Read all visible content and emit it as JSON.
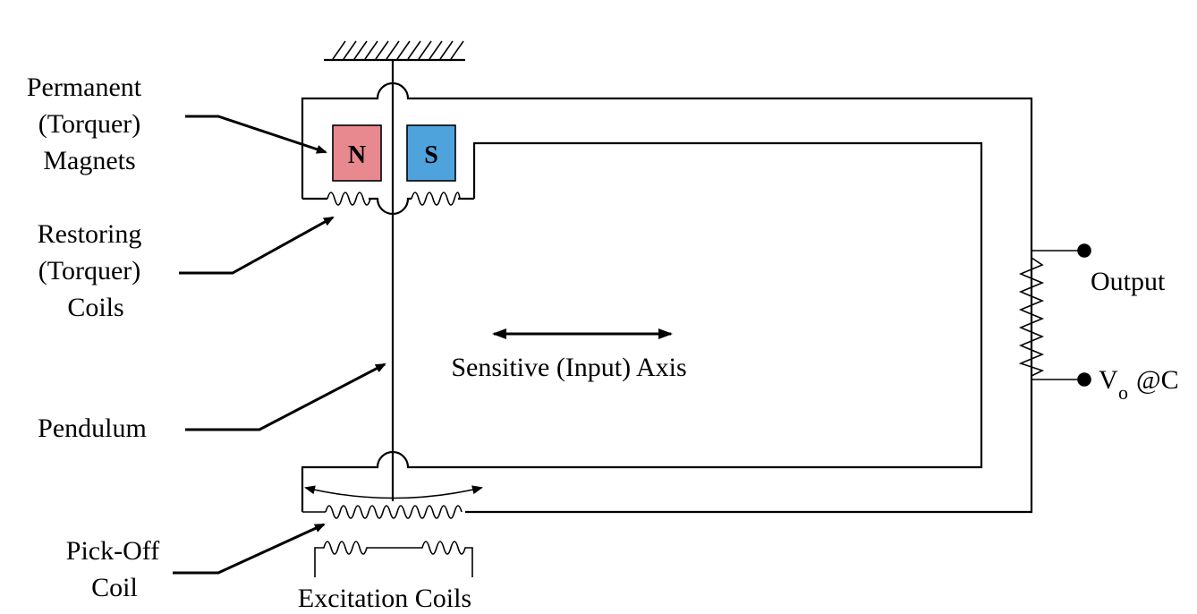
{
  "labels": {
    "permanent_line1": "Permanent",
    "permanent_line2": "(Torquer)",
    "permanent_line3": "Magnets",
    "restoring_line1": "Restoring",
    "restoring_line2": "(Torquer)",
    "restoring_line3": "Coils",
    "pendulum": "Pendulum",
    "pickoff_line1": "Pick-Off",
    "pickoff_line2": "Coil",
    "excitation": "Excitation Coils",
    "sensitive_axis": "Sensitive (Input) Axis",
    "output": "Output",
    "vo_main": "V",
    "vo_sub": "o",
    "vo_suffix": "@C"
  },
  "magnets": {
    "north": "N",
    "south": "S"
  },
  "colors": {
    "north": "#e8888f",
    "south": "#4fa3dc",
    "line": "#000000"
  }
}
